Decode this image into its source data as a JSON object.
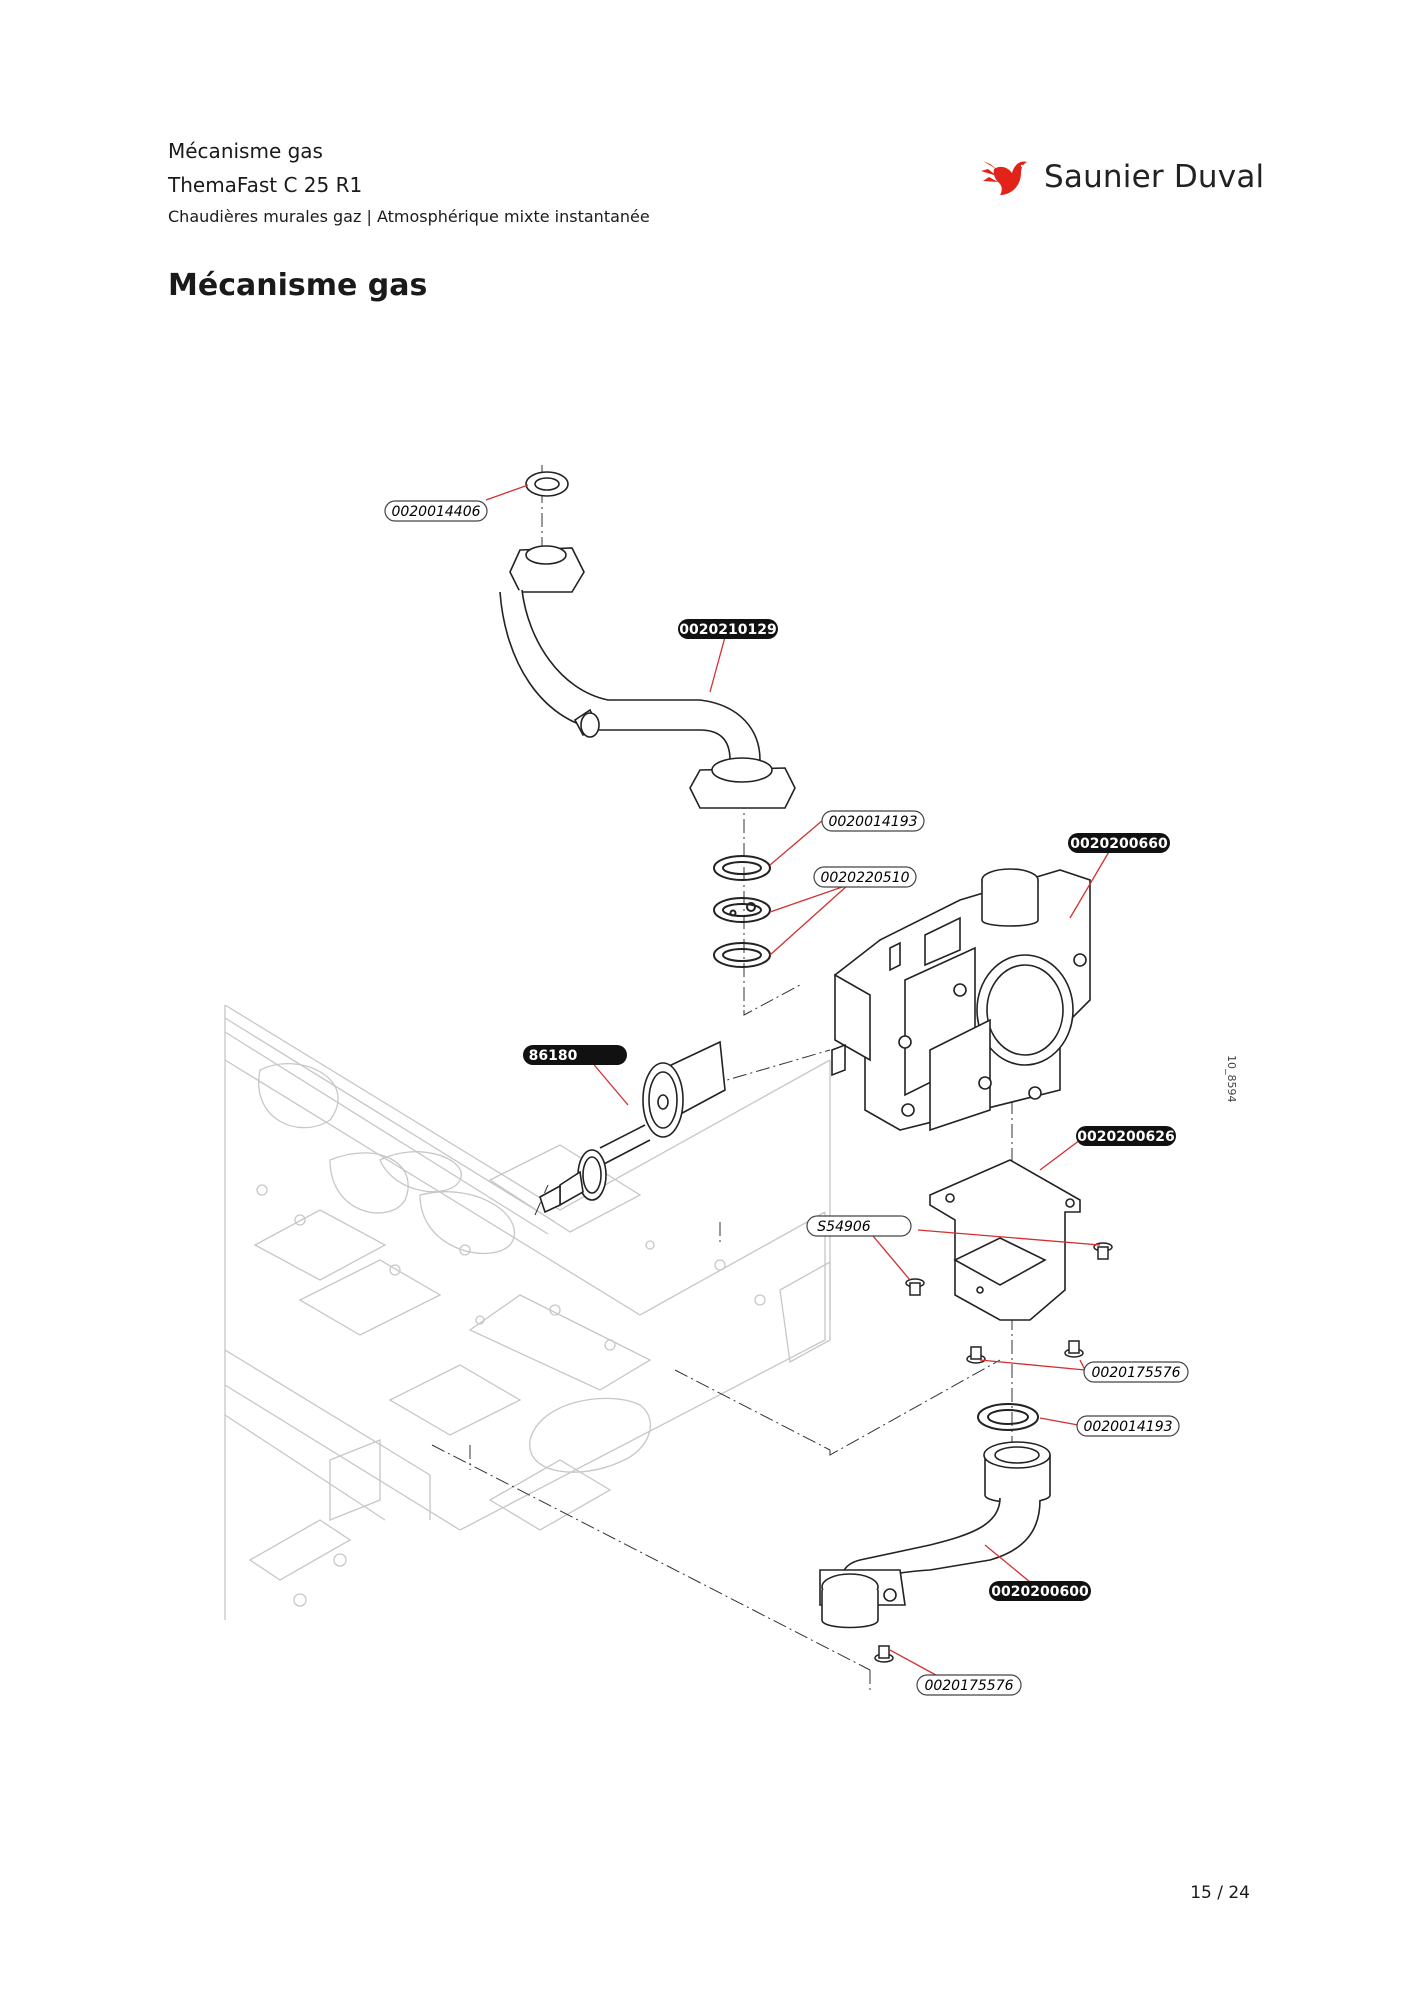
{
  "header": {
    "section": "Mécanisme gas",
    "model": "ThemaFast C 25 R1",
    "category": "Chaudières murales gaz | Atmosphérique mixte instantanée"
  },
  "brand": {
    "name": "Saunier Duval",
    "color": "#e2231a",
    "logo_icon": "bird-logo-icon"
  },
  "page_title": "Mécanisme gas",
  "diagram": {
    "ref_code": "10_8594",
    "callouts": [
      {
        "id": "c1",
        "label": "0020014406",
        "style": "outline"
      },
      {
        "id": "c2",
        "label": "0020210129",
        "style": "filled"
      },
      {
        "id": "c3",
        "label": "0020014193",
        "style": "outline"
      },
      {
        "id": "c4",
        "label": "0020220510",
        "style": "outline"
      },
      {
        "id": "c5",
        "label": "0020200660",
        "style": "filled"
      },
      {
        "id": "c6",
        "label": "86180",
        "style": "filled"
      },
      {
        "id": "c7",
        "label": "0020200626",
        "style": "filled"
      },
      {
        "id": "c8",
        "label": "S54906",
        "style": "outline"
      },
      {
        "id": "c9",
        "label": "0020175576",
        "style": "outline"
      },
      {
        "id": "c10",
        "label": "0020014193",
        "style": "outline"
      },
      {
        "id": "c11",
        "label": "0020200600",
        "style": "filled"
      },
      {
        "id": "c12",
        "label": "0020175576",
        "style": "outline"
      }
    ]
  },
  "footer": {
    "page": "15 / 24"
  }
}
